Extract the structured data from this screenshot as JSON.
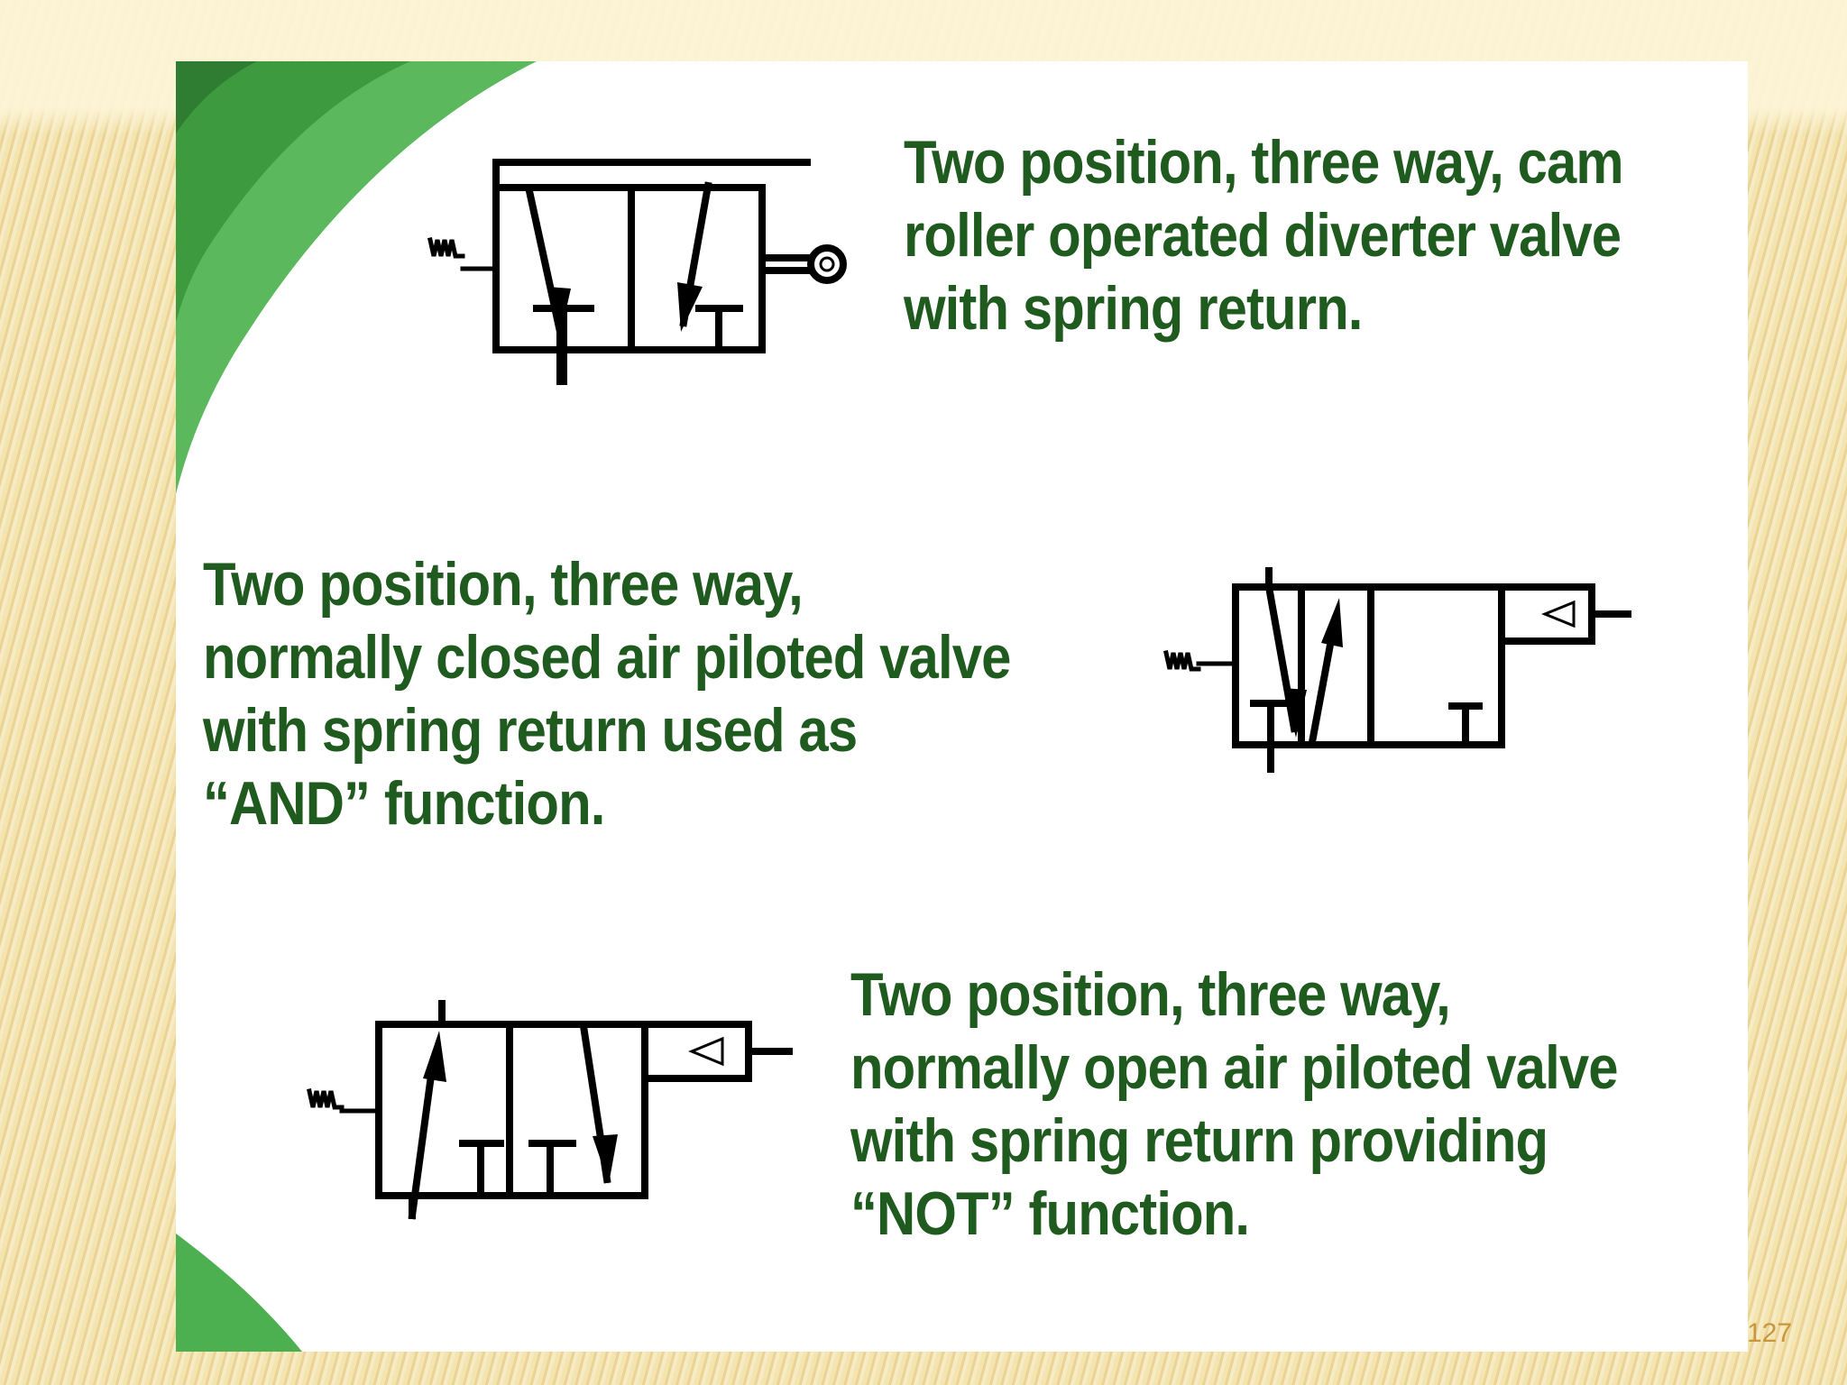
{
  "slide": {
    "page_number": "127",
    "accent_color": "#1f5a1f",
    "decoration_color": "#4caf50",
    "valves": [
      {
        "symbol_icon": "cam-roller-3-2-valve-symbol",
        "lines": [
          "Two position, three way, cam",
          "roller operated diverter valve",
          "with spring return."
        ]
      },
      {
        "symbol_icon": "air-piloted-nc-3-2-valve-symbol",
        "lines": [
          "Two position, three way,",
          "normally closed air piloted valve",
          "with spring return used as",
          "“AND” function."
        ]
      },
      {
        "symbol_icon": "air-piloted-no-3-2-valve-symbol",
        "lines": [
          "Two position, three way,",
          "normally open air piloted valve",
          "with spring return providing",
          "“NOT” function."
        ]
      }
    ]
  }
}
